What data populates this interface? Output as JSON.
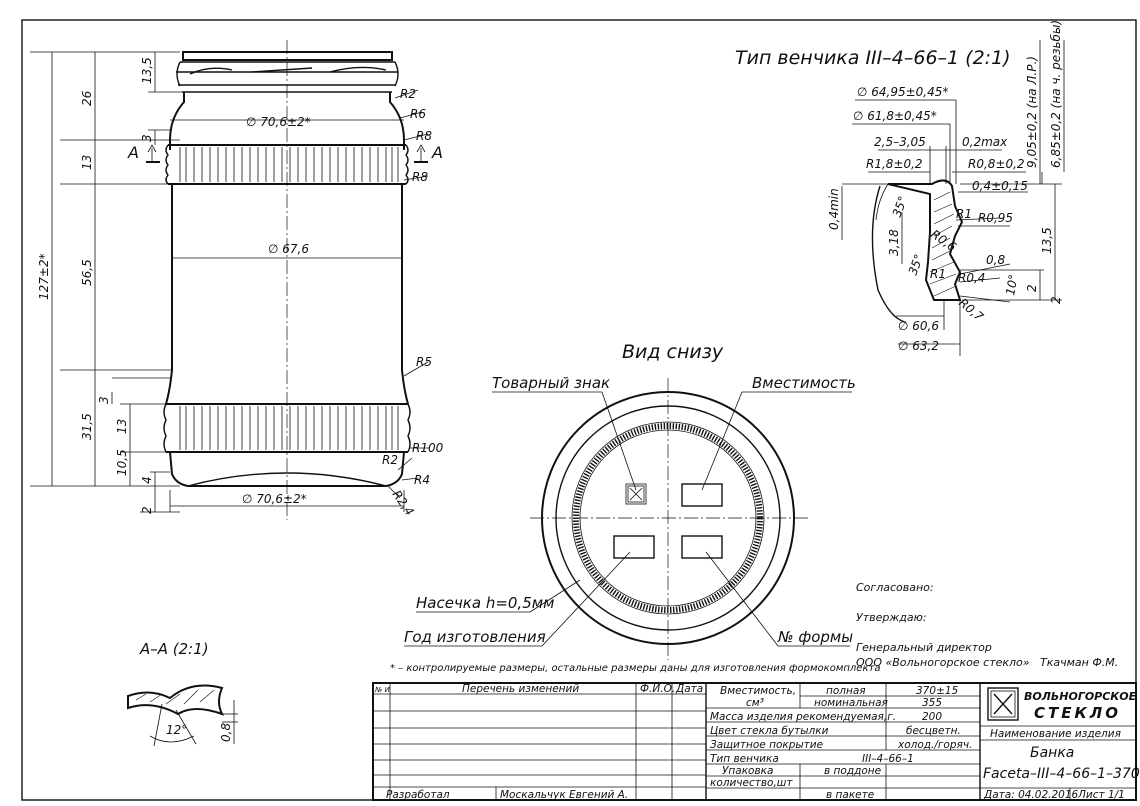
{
  "crown_title": "Тип венчика III–4–66–1 (2:1)",
  "bottom_view_title": "Вид снизу",
  "section_title": "А–А (2:1)",
  "section_marker": "А",
  "section_angle": "12°",
  "section_dim": "0,8",
  "jar_dims": {
    "d_top": "∅ 70,6±2*",
    "d_mid": "∅ 67,6",
    "d_bot": "∅ 70,6±2*",
    "h_total": "127±2*",
    "h26": "26",
    "h13_5": "13,5",
    "h3a": "3",
    "h13a": "13",
    "h56_5": "56,5",
    "h31_5": "31,5",
    "h3b": "3",
    "h13b": "13",
    "h10_5": "10,5",
    "h4": "4",
    "h2": "2",
    "r2": "R2",
    "r6": "R6",
    "r8a": "R8",
    "r8b": "R8",
    "r5": "R5",
    "r100": "R100",
    "r2b": "R2",
    "r4": "R4",
    "r2_4": "R2,4"
  },
  "crown_dims": {
    "d1": "∅ 64,95±0,45*",
    "d2": "∅ 61,8±0,45*",
    "w1": "2,5–3,05",
    "w2": "0,2max",
    "r1_8": "R1,8±0,2",
    "r0_8": "R0,8±0,2",
    "d0_4": "0,4±0,15",
    "min0_4": "0,4min",
    "a35a": "35°",
    "r1a": "R1",
    "r0_95": "R0,95",
    "h3_18": "3,18",
    "r0_6": "R0,6",
    "a35b": "35°",
    "r1b": "R1",
    "r0_4": "R0,4",
    "d0_8": "0,8",
    "a10": "10°",
    "r0_7": "R0,7",
    "h13_5": "13,5",
    "h2a": "2",
    "h2b": "2",
    "v1": "9,05±0,2 (на Л.Р.)",
    "v2": "6,85±0,2 (на ч. резьбы)",
    "d60_6": "∅ 60,6",
    "d63_2": "∅ 63,2"
  },
  "bottom_labels": {
    "trademark": "Товарный знак",
    "capacity": "Вместимость",
    "notch": "Насечка h=0,5мм",
    "year": "Год изготовления",
    "mold": "№ формы"
  },
  "approvals": {
    "agreed": "Согласовано:",
    "approved": "Утверждаю:",
    "director_title": "Генеральный директор",
    "company": "ООО «Вольногорское стекло»",
    "director_name": "Ткачман Ф.М."
  },
  "footnote": "* – контролируемые размеры, остальные размеры даны для изготовления формокомплекта",
  "title_block": {
    "changes_header": [
      "№ И",
      "Перечень изменений",
      "Ф.И.О.",
      "Дата"
    ],
    "designer_label": "Разработал",
    "designer_name": "Москальчук Евгений А.",
    "capacity_label": "Вместимость,",
    "capacity_unit": "см³",
    "full_label": "полная",
    "full_value": "370±15",
    "nominal_label": "номинальная",
    "nominal_value": "355",
    "mass_label": "Масса изделия рекомендуемая,г.",
    "mass_value": "200",
    "color_label": "Цвет стекла бутылки",
    "color_value": "бесцветн.",
    "coating_label": "Защитное покрытие",
    "coating_value": "холод./горяч.",
    "crown_label": "Тип венчика",
    "crown_value": "III–4–66–1",
    "pack_label1": "Упаковка",
    "pack_label2": "количество,шт",
    "pack_value1": "в поддоне",
    "pack_value2": "в пакете",
    "company_line1": "ВОЛЬНОГОРСКОЕ",
    "company_line2": "СТЕКЛО",
    "product_label": "Наименование изделия",
    "product_name1": "Банка",
    "product_name2": "Faceta–III–4–66–1–370",
    "date": "Дата: 04.02.2016",
    "sheet": "Лист 1/1"
  }
}
